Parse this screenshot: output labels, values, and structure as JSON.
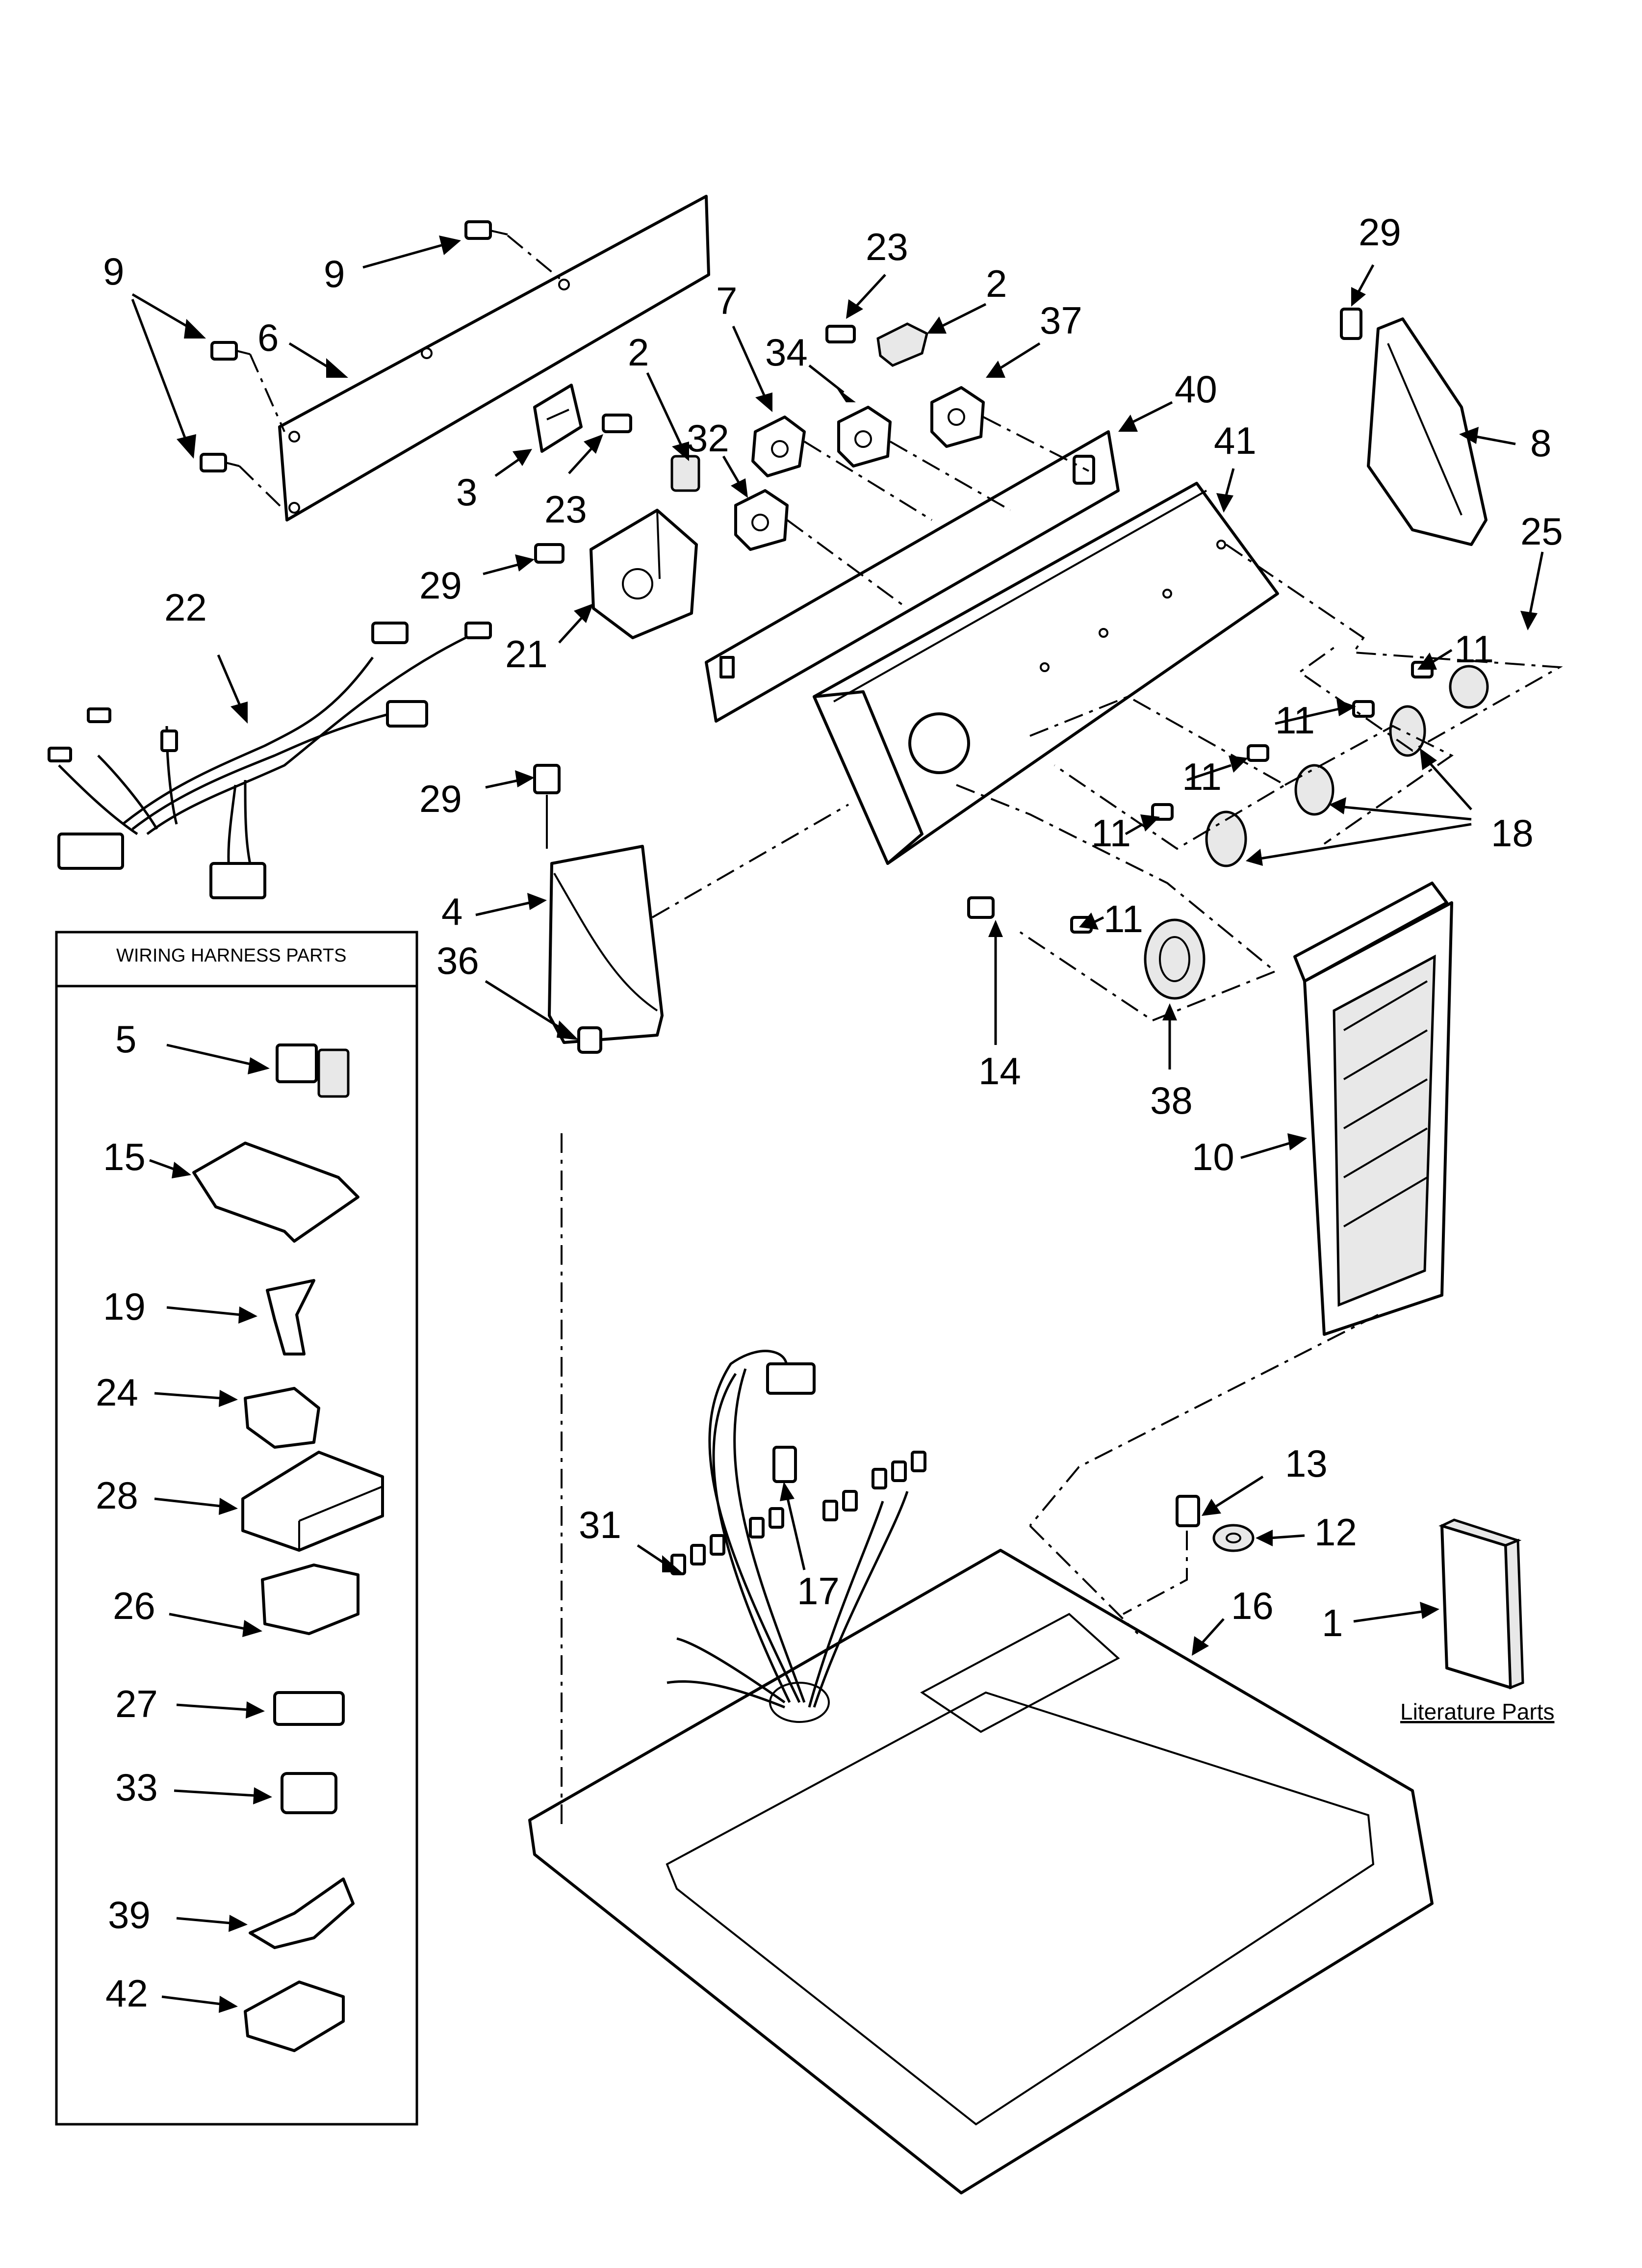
{
  "callouts": [
    {
      "id": "c9a",
      "text": "9"
    },
    {
      "id": "c9b",
      "text": "9"
    },
    {
      "id": "c6",
      "text": "6"
    },
    {
      "id": "c3",
      "text": "3"
    },
    {
      "id": "c23a",
      "text": "23"
    },
    {
      "id": "c2a",
      "text": "2"
    },
    {
      "id": "c32",
      "text": "32"
    },
    {
      "id": "c29a",
      "text": "29"
    },
    {
      "id": "c21",
      "text": "21"
    },
    {
      "id": "c22",
      "text": "22"
    },
    {
      "id": "c23b",
      "text": "23"
    },
    {
      "id": "c2b",
      "text": "2"
    },
    {
      "id": "c7",
      "text": "7"
    },
    {
      "id": "c34",
      "text": "34"
    },
    {
      "id": "c37",
      "text": "37"
    },
    {
      "id": "c40",
      "text": "40"
    },
    {
      "id": "c41",
      "text": "41"
    },
    {
      "id": "c29b",
      "text": "29"
    },
    {
      "id": "c8",
      "text": "8"
    },
    {
      "id": "c25",
      "text": "25"
    },
    {
      "id": "c11a",
      "text": "11"
    },
    {
      "id": "c11b",
      "text": "11"
    },
    {
      "id": "c11c",
      "text": "11"
    },
    {
      "id": "c11d",
      "text": "11"
    },
    {
      "id": "c11e",
      "text": "11"
    },
    {
      "id": "c18",
      "text": "18"
    },
    {
      "id": "c29c",
      "text": "29"
    },
    {
      "id": "c4",
      "text": "4"
    },
    {
      "id": "c36",
      "text": "36"
    },
    {
      "id": "c14",
      "text": "14"
    },
    {
      "id": "c38",
      "text": "38"
    },
    {
      "id": "c10",
      "text": "10"
    },
    {
      "id": "c13",
      "text": "13"
    },
    {
      "id": "c12",
      "text": "12"
    },
    {
      "id": "c31",
      "text": "31"
    },
    {
      "id": "c17",
      "text": "17"
    },
    {
      "id": "c16",
      "text": "16"
    },
    {
      "id": "c1",
      "text": "1"
    }
  ],
  "wiring_box": {
    "title": "WIRING HARNESS PARTS",
    "items": [
      "5",
      "15",
      "19",
      "24",
      "28",
      "26",
      "27",
      "33",
      "39",
      "42"
    ]
  },
  "literature_label": "Literature Parts"
}
